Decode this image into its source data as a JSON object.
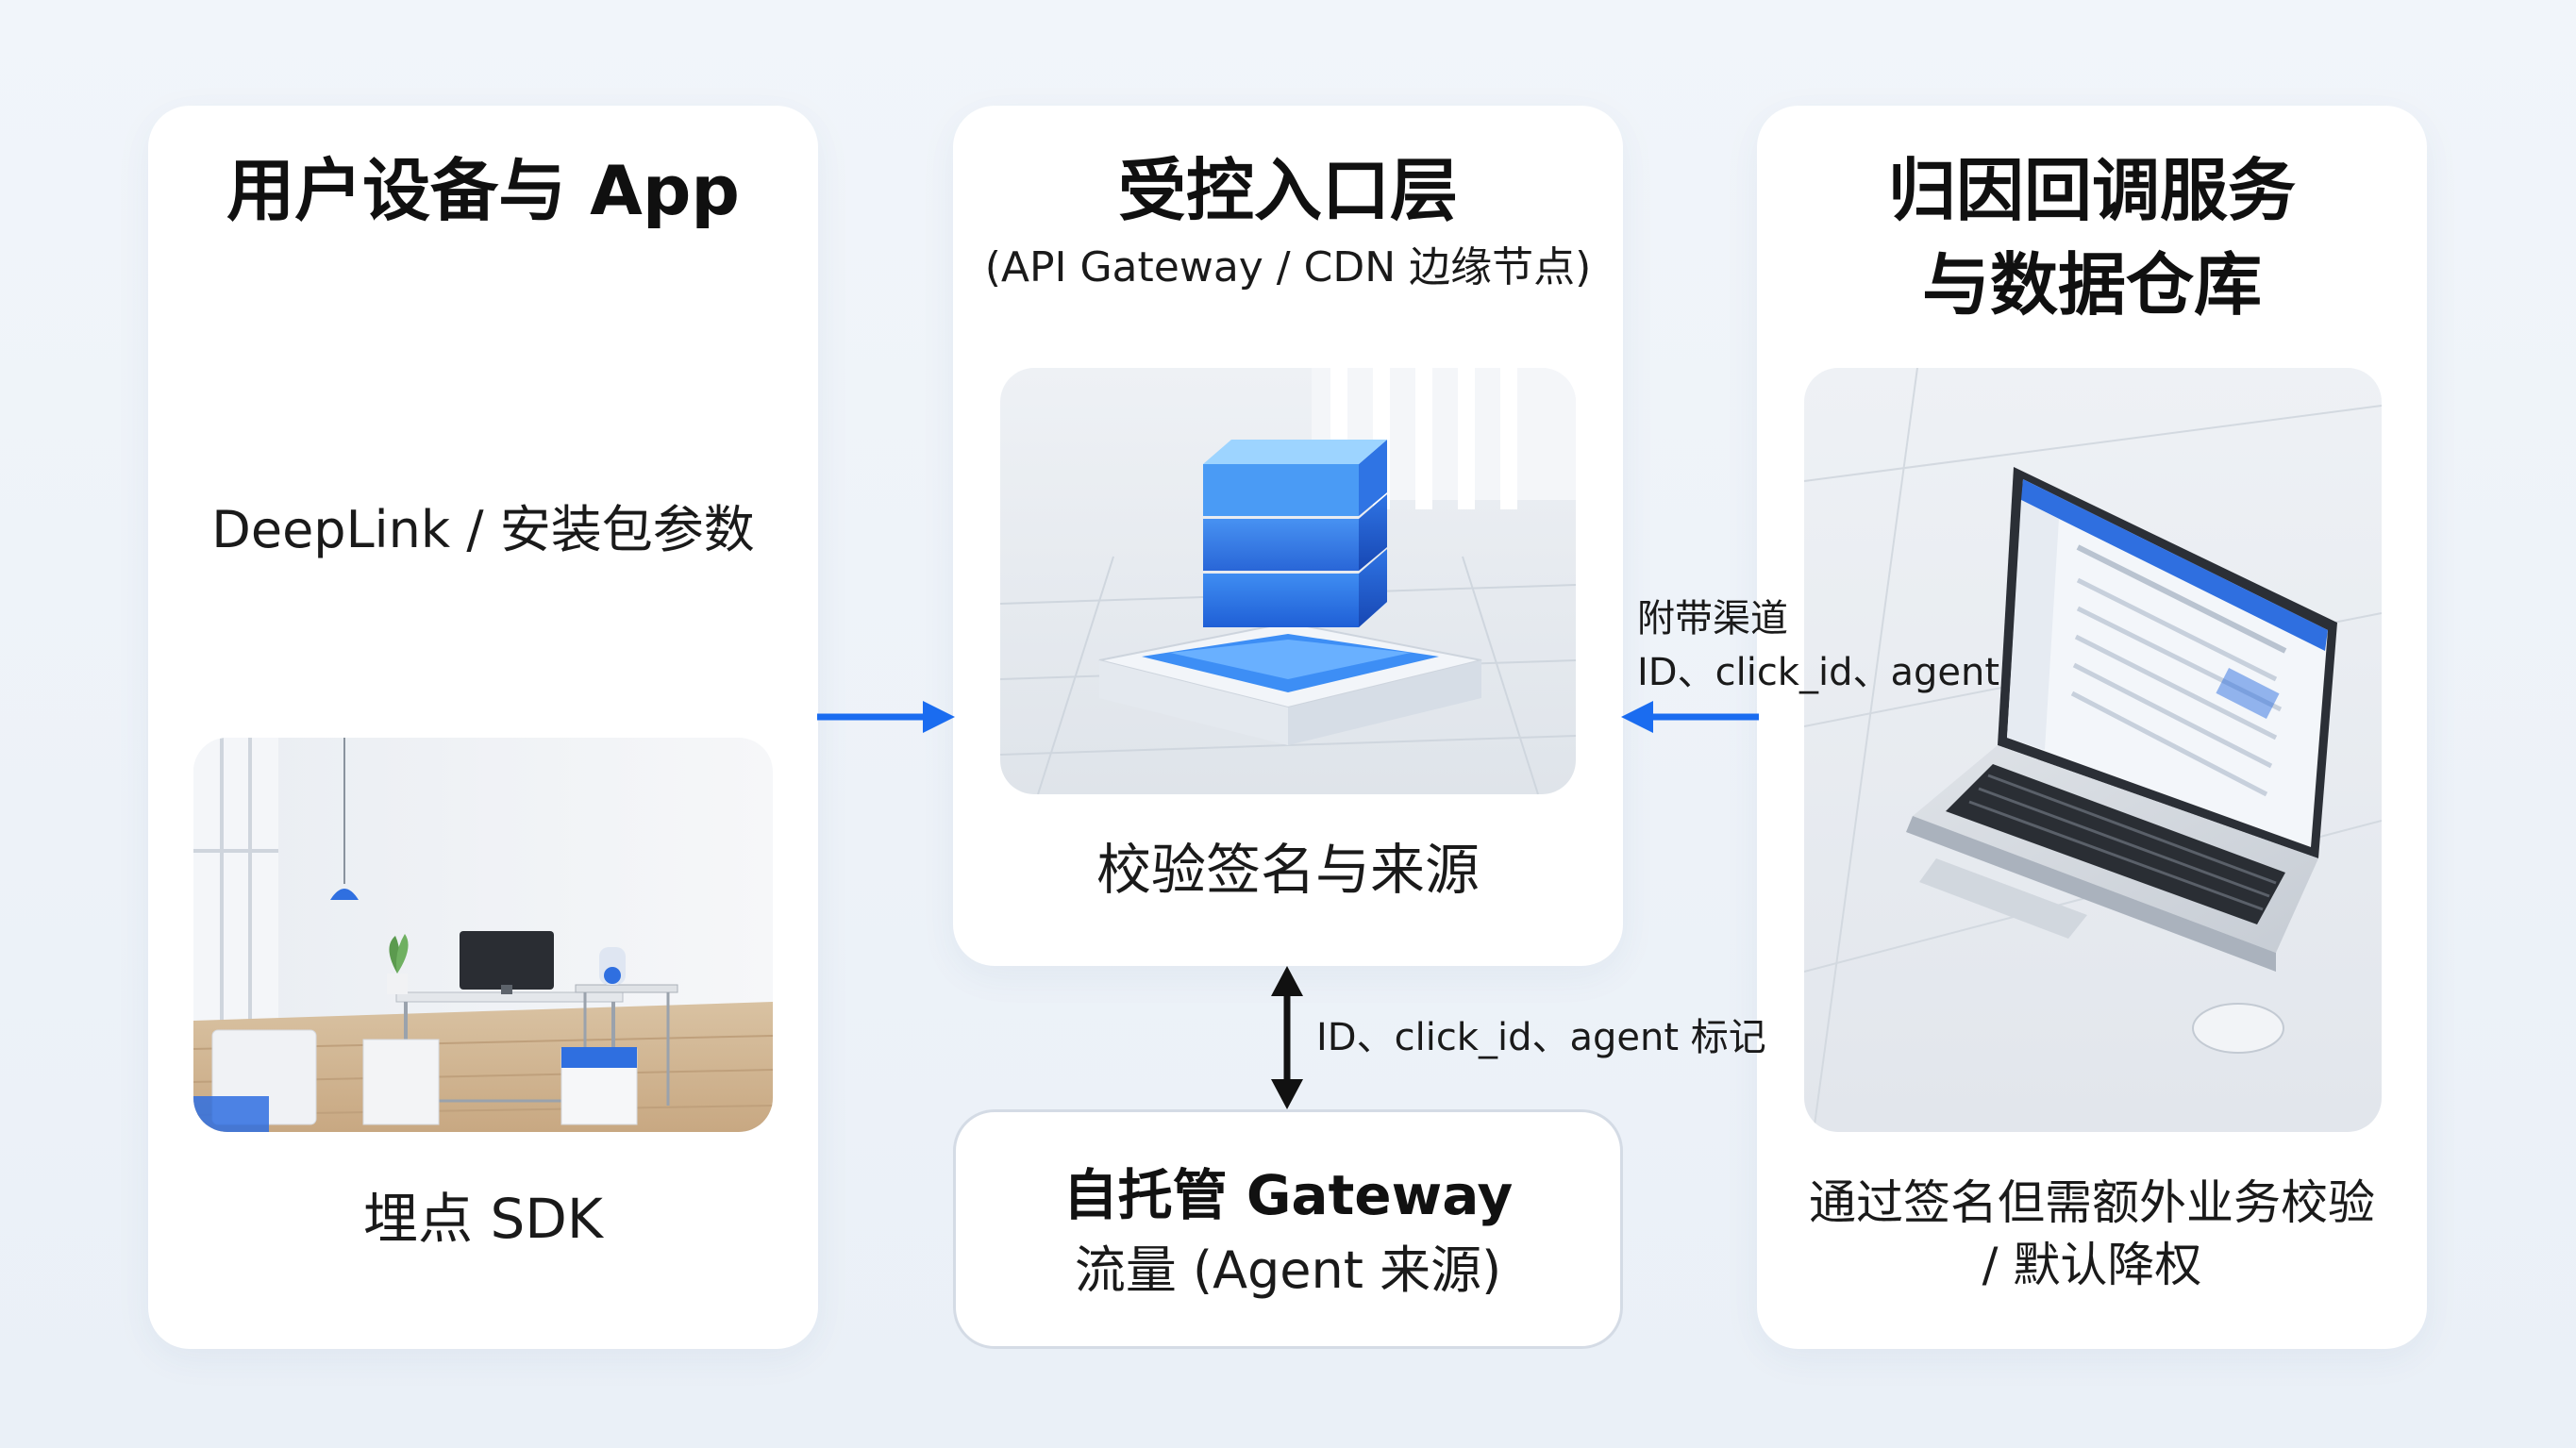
{
  "left_card": {
    "title": "用户设备与 App",
    "subtitle": "DeepLink / 安装包参数",
    "caption": "埋点 SDK"
  },
  "middle_card": {
    "title": "受控入口层",
    "subtitle": "(API Gateway / CDN 边缘节点)",
    "caption": "校验签名与来源"
  },
  "right_card": {
    "title_line1": "归因回调服务",
    "title_line2": "与数据仓库",
    "caption_line1": "通过签名但需额外业务校验",
    "caption_line2": "/ 默认降权"
  },
  "bottom_card": {
    "title": "自托管 Gateway",
    "subtitle": "流量 (Agent 来源)"
  },
  "connectors": {
    "right_to_middle_line1": "附带渠道",
    "right_to_middle_line2": "ID、click_id、agent",
    "middle_to_bottom": "ID、click_id、agent 标记"
  },
  "colors": {
    "accent_blue": "#1a6cf0",
    "arrow_dark": "#111111",
    "card_bg": "#ffffff",
    "page_bg": "#eef3f9"
  }
}
